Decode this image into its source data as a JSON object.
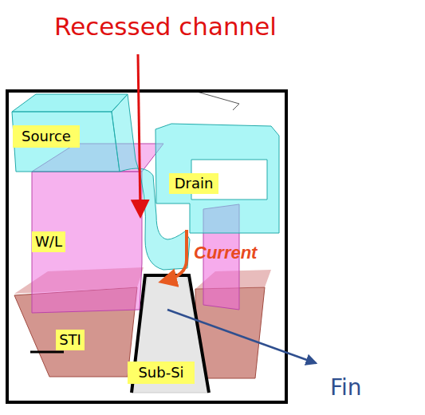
{
  "diagram": {
    "nodes": [
      {
        "text": [
          "Source"
        ]
      },
      {
        "text": [
          "Drain"
        ]
      },
      {
        "text": [
          "W/L"
        ]
      },
      {
        "text": [
          "STI"
        ]
      },
      {
        "text": [
          "Sub-Si"
        ]
      }
    ],
    "labels": [
      "Recessed channel",
      "Current",
      "Fin"
    ]
  }
}
